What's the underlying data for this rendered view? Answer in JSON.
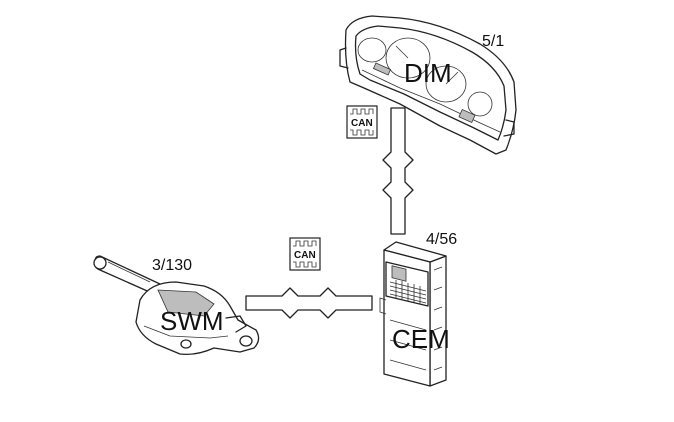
{
  "modules": {
    "dim": {
      "name": "DIM",
      "ref": "5/1"
    },
    "cem": {
      "name": "CEM",
      "ref": "4/56"
    },
    "swm": {
      "name": "SWM",
      "ref": "3/130"
    }
  },
  "bus": {
    "label": "CAN",
    "icon": "can-bus-icon",
    "links": [
      "DIM-CEM",
      "SWM-CEM"
    ]
  },
  "colors": {
    "line": "#222222",
    "shade": "#bdbdbd",
    "background": "#ffffff"
  }
}
